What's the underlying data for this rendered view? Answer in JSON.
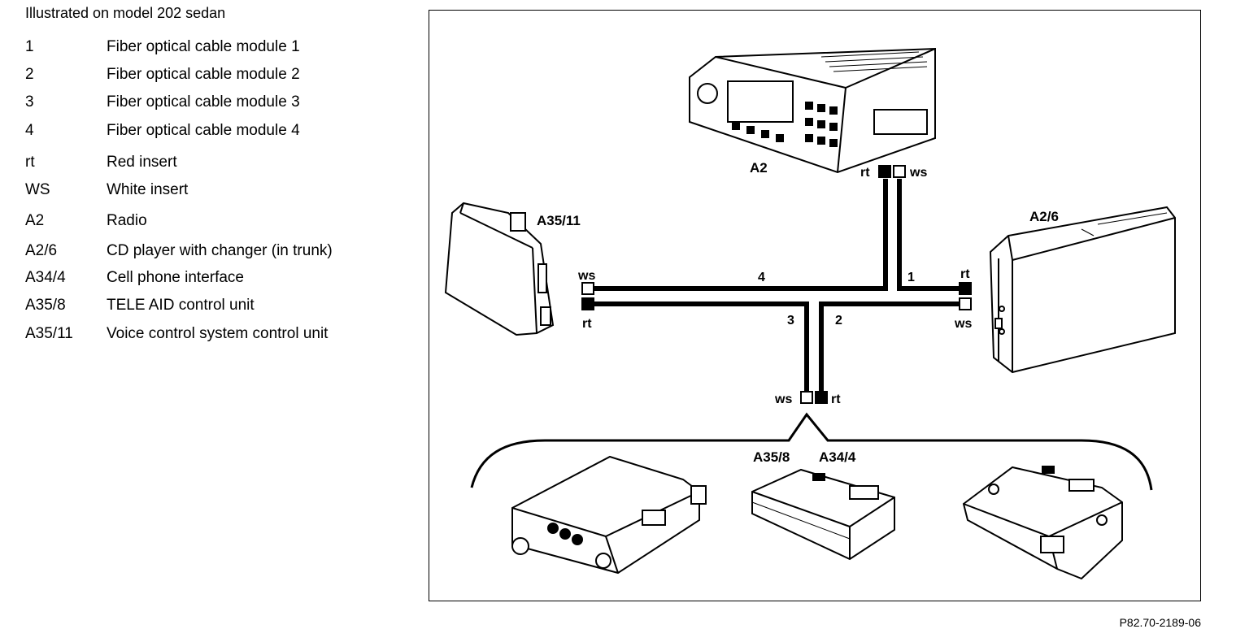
{
  "legend": {
    "title": "Illustrated on model 202 sedan",
    "items": [
      {
        "key": "1",
        "desc": "Fiber optical cable module 1"
      },
      {
        "key": "2",
        "desc": "Fiber optical cable module 2"
      },
      {
        "key": "3",
        "desc": "Fiber optical cable module 3"
      },
      {
        "key": "4",
        "desc": "Fiber optical cable module 4"
      },
      {
        "key": "rt",
        "desc": "Red insert"
      },
      {
        "key": "WS",
        "desc": "White insert"
      },
      {
        "key": "A2",
        "desc": "Radio"
      },
      {
        "key": "A2/6",
        "desc": "CD player with changer (in trunk)"
      },
      {
        "key": "A34/4",
        "desc": "Cell phone interface"
      },
      {
        "key": "A35/8",
        "desc": "TELE AID control unit"
      },
      {
        "key": "A35/11",
        "desc": "Voice control system control unit"
      }
    ]
  },
  "diagram": {
    "components": {
      "radio": "A2",
      "cd_changer": "A2/6",
      "voice_control": "A35/11",
      "tele_aid": "A35/8",
      "cell_interface": "A34/4"
    },
    "cables": {
      "c1": "1",
      "c2": "2",
      "c3": "3",
      "c4": "4"
    },
    "inserts": {
      "red": "rt",
      "white": "ws"
    }
  },
  "figure_id": "P82.70-2189-06"
}
